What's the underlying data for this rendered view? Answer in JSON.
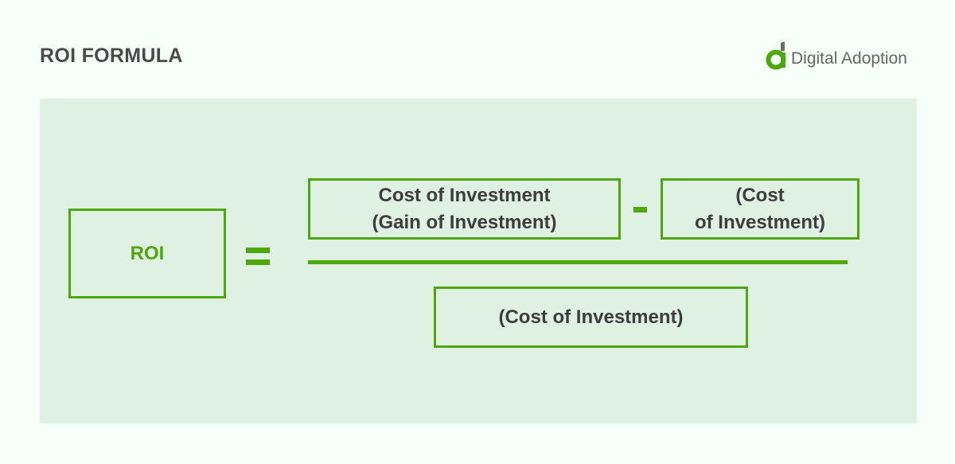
{
  "header": {
    "title": "ROI FORMULA",
    "logo_text": "Digital Adoption"
  },
  "colors": {
    "accent": "#4ea80c",
    "panel_bg": "#dff1e3",
    "page_bg": "#f6fff9",
    "text_dark": "#3d3d3d",
    "title_text": "#4a4a4a"
  },
  "formula": {
    "lhs": "ROI",
    "equals_symbol": "=",
    "minus_symbol": "-",
    "numerator_term1_line1": "Cost of Investment",
    "numerator_term1_line2": "(Gain of Investment)",
    "numerator_term2_line1": "(Cost",
    "numerator_term2_line2": "of Investment)",
    "denominator": "(Cost of Investment)"
  }
}
